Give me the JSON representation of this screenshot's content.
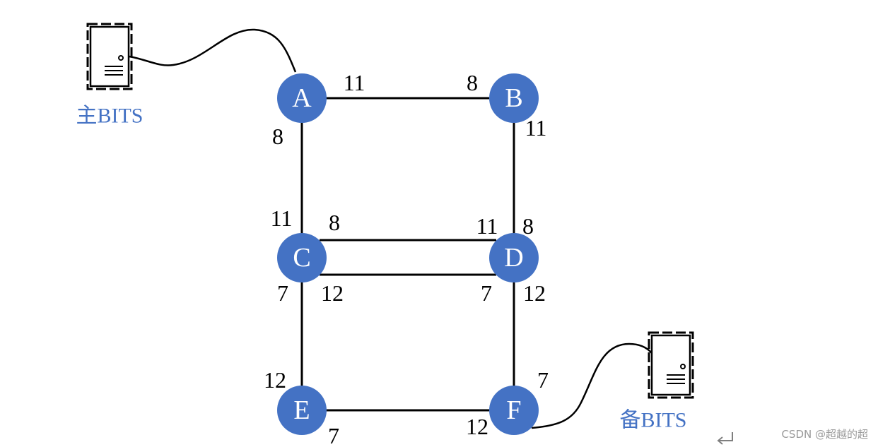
{
  "nodes": [
    {
      "id": "A",
      "label": "A"
    },
    {
      "id": "B",
      "label": "B"
    },
    {
      "id": "C",
      "label": "C"
    },
    {
      "id": "D",
      "label": "D"
    },
    {
      "id": "E",
      "label": "E"
    },
    {
      "id": "F",
      "label": "F"
    }
  ],
  "links": [
    {
      "from": "A",
      "to": "B",
      "from_port": "11",
      "to_port": "8"
    },
    {
      "from": "A",
      "to": "C",
      "from_port": "8",
      "to_port": "11"
    },
    {
      "from": "B",
      "to": "D",
      "from_port": "11",
      "to_port": "8"
    },
    {
      "from": "C",
      "to": "D",
      "from_port": "8",
      "to_port": "11"
    },
    {
      "from": "C",
      "to": "D",
      "from_port": "12",
      "to_port": "7"
    },
    {
      "from": "C",
      "to": "E",
      "from_port": "7",
      "to_port": "12"
    },
    {
      "from": "D",
      "to": "F",
      "from_port": "12",
      "to_port": "7"
    },
    {
      "from": "E",
      "to": "F",
      "from_port": "7",
      "to_port": "12"
    }
  ],
  "servers": [
    {
      "label": "主BITS",
      "connected_to": "A"
    },
    {
      "label": "备BITS",
      "connected_to": "F"
    }
  ],
  "colors": {
    "node_fill": "#4472C4",
    "node_text": "#ffffff",
    "server_label": "#4472C4",
    "line": "#000000"
  },
  "icons": {
    "server": "server-icon",
    "paragraph_mark": "return-arrow-icon"
  },
  "watermark": "CSDN @超越的超"
}
